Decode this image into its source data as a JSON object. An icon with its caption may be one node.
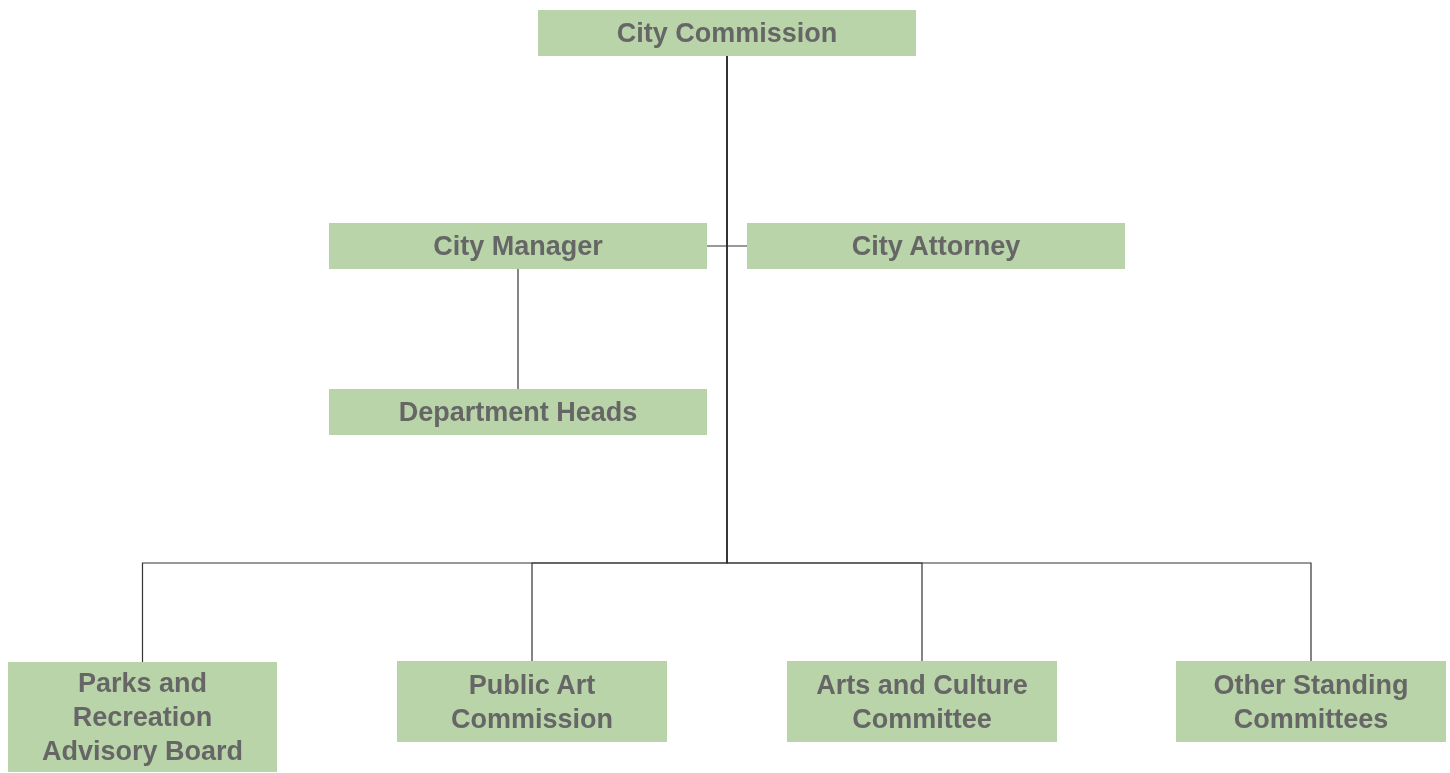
{
  "diagram": {
    "nodes": [
      {
        "text": [
          "City Commission"
        ]
      },
      {
        "text": [
          "City Manager"
        ]
      },
      {
        "text": [
          "City Attorney"
        ]
      },
      {
        "text": [
          "Department Heads"
        ]
      },
      {
        "text": [
          "Parks and Recreation Advisory Board"
        ]
      },
      {
        "text": [
          "Public Art Commission"
        ]
      },
      {
        "text": [
          "Arts and Culture Committee"
        ]
      },
      {
        "text": [
          "Other Standing Committees"
        ]
      }
    ],
    "edges": [
      {
        "from": 0,
        "to": 1,
        "arrow": "none"
      },
      {
        "from": 0,
        "to": 2,
        "arrow": "none"
      },
      {
        "from": 1,
        "to": 3,
        "arrow": "none"
      },
      {
        "from": 0,
        "to": 4,
        "arrow": "none"
      },
      {
        "from": 0,
        "to": 5,
        "arrow": "none"
      },
      {
        "from": 0,
        "to": 6,
        "arrow": "none"
      },
      {
        "from": 0,
        "to": 7,
        "arrow": "none"
      }
    ]
  }
}
